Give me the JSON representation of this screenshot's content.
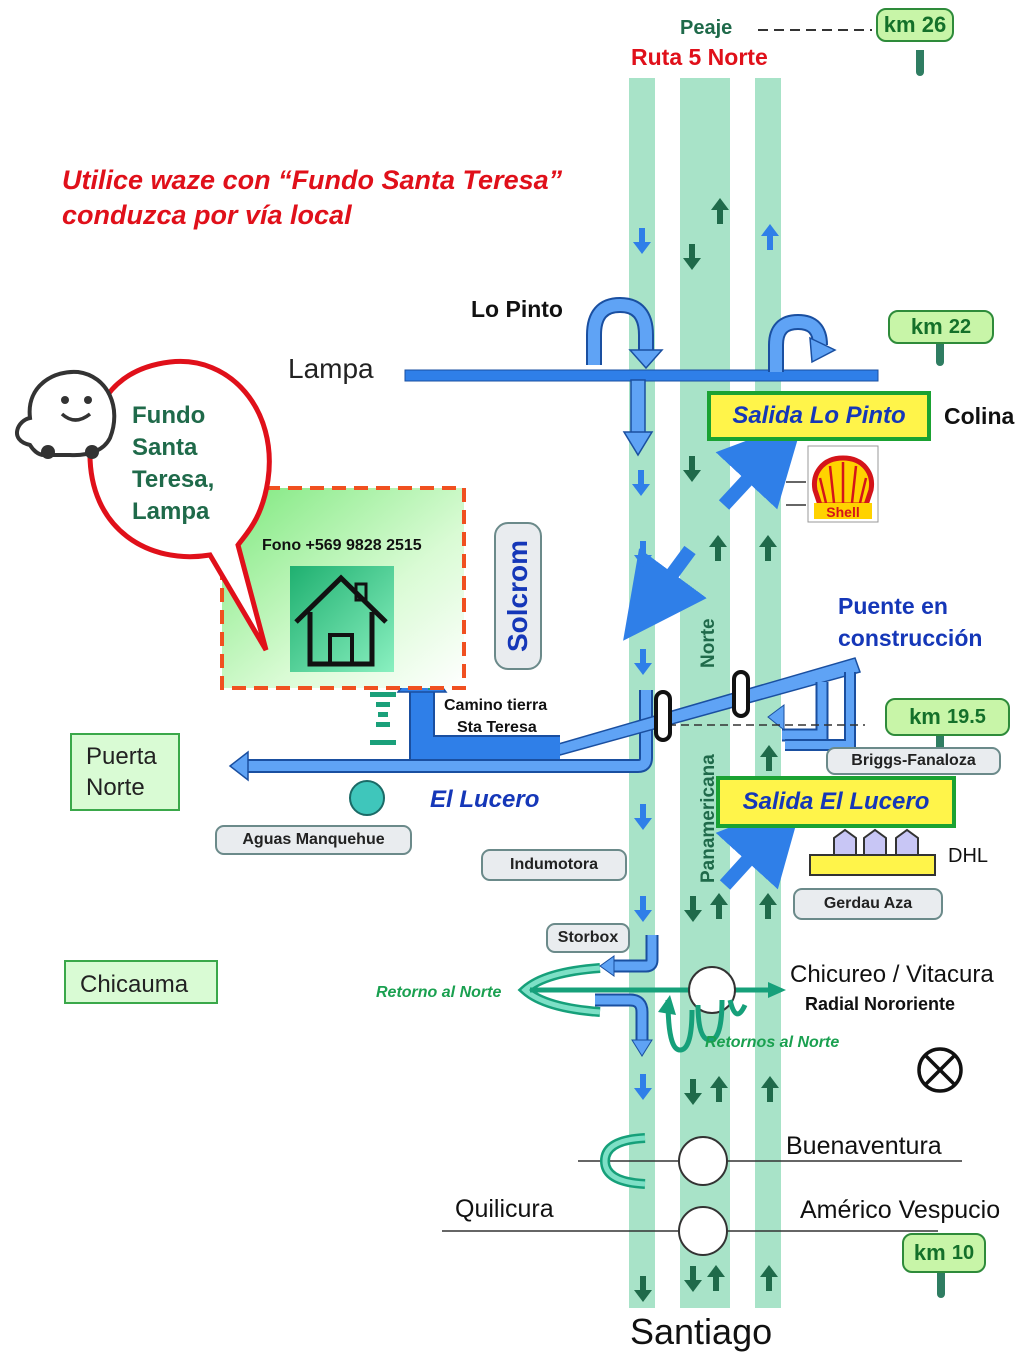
{
  "colors": {
    "road_lane": "#a8e3c8",
    "arrow_blue": "#2f7fe8",
    "arrow_green": "#1f6a4a",
    "red_text": "#e0101a",
    "exit_box_fill": "#fff44a",
    "exit_box_border": "#1aa232",
    "km_sign_fill": "#c8f5a8",
    "property_fill": "#bdf5bd",
    "property_border": "#f05020"
  },
  "header": {
    "peaje": "Peaje",
    "ruta": "Ruta 5 Norte",
    "instruction_line1": "Utilice waze con “Fundo Santa Teresa”",
    "instruction_line2": "conduzca por vía local"
  },
  "km_signs": {
    "km26": {
      "prefix": "km",
      "value": "26"
    },
    "km22": {
      "prefix": "km",
      "value": "22"
    },
    "km195": {
      "prefix": "km",
      "value": "19.5"
    },
    "km10": {
      "prefix": "km",
      "value": "10"
    }
  },
  "places": {
    "lo_pinto": "Lo Pinto",
    "lampa": "Lampa",
    "colina": "Colina",
    "puente_line1": "Puente en",
    "puente_line2": "construcción",
    "solcrom": "Solcrom",
    "camino_line1": "Camino tierra",
    "camino_line2": "Sta Teresa",
    "el_lucero": "El Lucero",
    "dhl": "DHL",
    "retorno_norte": "Retorno al Norte",
    "retornos_norte": "Retornos al Norte",
    "chicureo": "Chicureo / Vitacura",
    "radial": "Radial Nororiente",
    "buenaventura": "Buenaventura",
    "quilicura": "Quilicura",
    "americo": "Américo Vespucio",
    "santiago": "Santiago",
    "norte_vertical": "Norte",
    "panamericana_vertical": "Panamericana"
  },
  "exits": {
    "lo_pinto": "Salida Lo Pinto",
    "el_lucero": "Salida El Lucero"
  },
  "labels": {
    "briggs": "Briggs-Fanaloza",
    "aguas": "Aguas Manquehue",
    "indumotora": "Indumotora",
    "gerdau": "Gerdau Aza",
    "storbox": "Storbox"
  },
  "areas": {
    "puerta_norte_line1": "Puerta",
    "puerta_norte_line2": "Norte",
    "chicauma": "Chicauma"
  },
  "destination": {
    "bubble_line1": "Fundo",
    "bubble_line2": "Santa",
    "bubble_line3": "Teresa,",
    "bubble_line4": "Lampa",
    "phone": "Fono +569 9828 2515"
  },
  "icons": {
    "waze": "waze-icon",
    "house": "house-icon",
    "shell": "shell-logo",
    "no_entry": "no-entry-icon",
    "buildings": "warehouse-icon"
  },
  "shell_logo_text": "Shell"
}
